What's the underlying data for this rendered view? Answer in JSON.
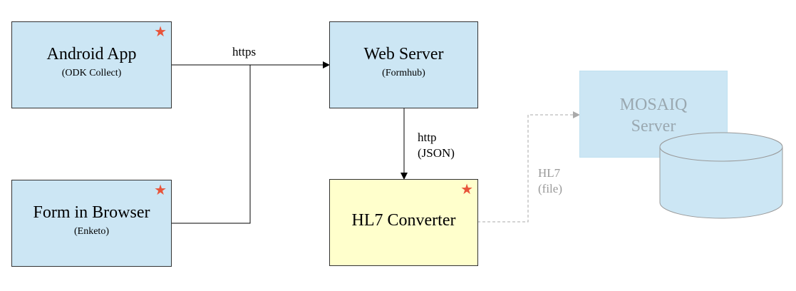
{
  "nodes": {
    "android": {
      "title": "Android App",
      "subtitle": "(ODK Collect)"
    },
    "browser": {
      "title": "Form in Browser",
      "subtitle": "(Enketo)"
    },
    "webserver": {
      "title": "Web Server",
      "subtitle": "(Formhub)"
    },
    "converter": {
      "title": "HL7 Converter"
    },
    "mosaiq": {
      "title_line1": "MOSAIQ",
      "title_line2": "Server"
    }
  },
  "edges": {
    "https": "https",
    "http_line1": "http",
    "http_line2": "(JSON)",
    "hl7_line1": "HL7",
    "hl7_line2": "(file)"
  },
  "icons": {
    "star": "★"
  },
  "colors": {
    "box_fill": "#cce6f4",
    "converter_fill": "#ffffcc",
    "star": "#e8543a",
    "faded_text": "#9aa8b0",
    "dashed_line": "#aaaaaa"
  }
}
